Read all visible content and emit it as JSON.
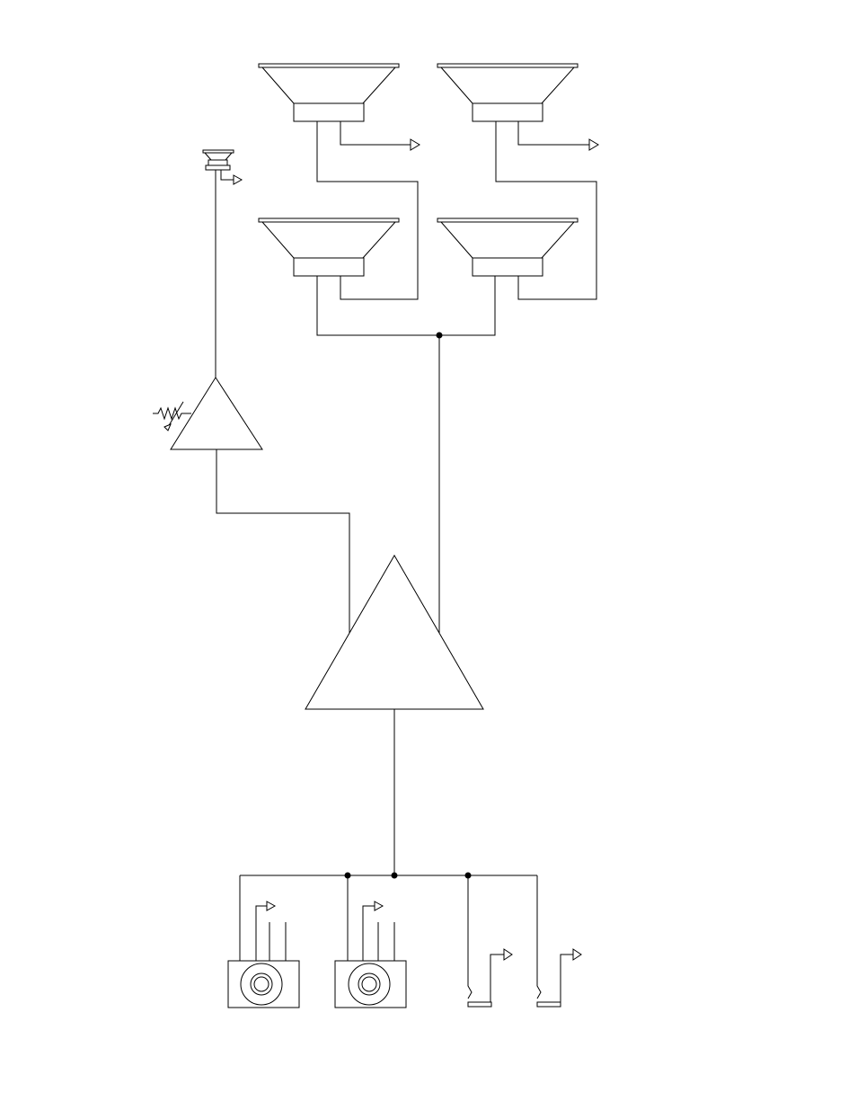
{
  "diagram": {
    "title": "",
    "colors": {
      "line": "#000000",
      "background": "#ffffff"
    },
    "components": [
      "woofer-speaker-1",
      "woofer-speaker-2",
      "woofer-speaker-3",
      "woofer-speaker-4",
      "tweeter-speaker",
      "tweeter-amplifier",
      "variable-control",
      "main-amplifier",
      "input-jack-1",
      "input-jack-2",
      "input-connector-3",
      "input-connector-4",
      "ground-arrow"
    ]
  }
}
